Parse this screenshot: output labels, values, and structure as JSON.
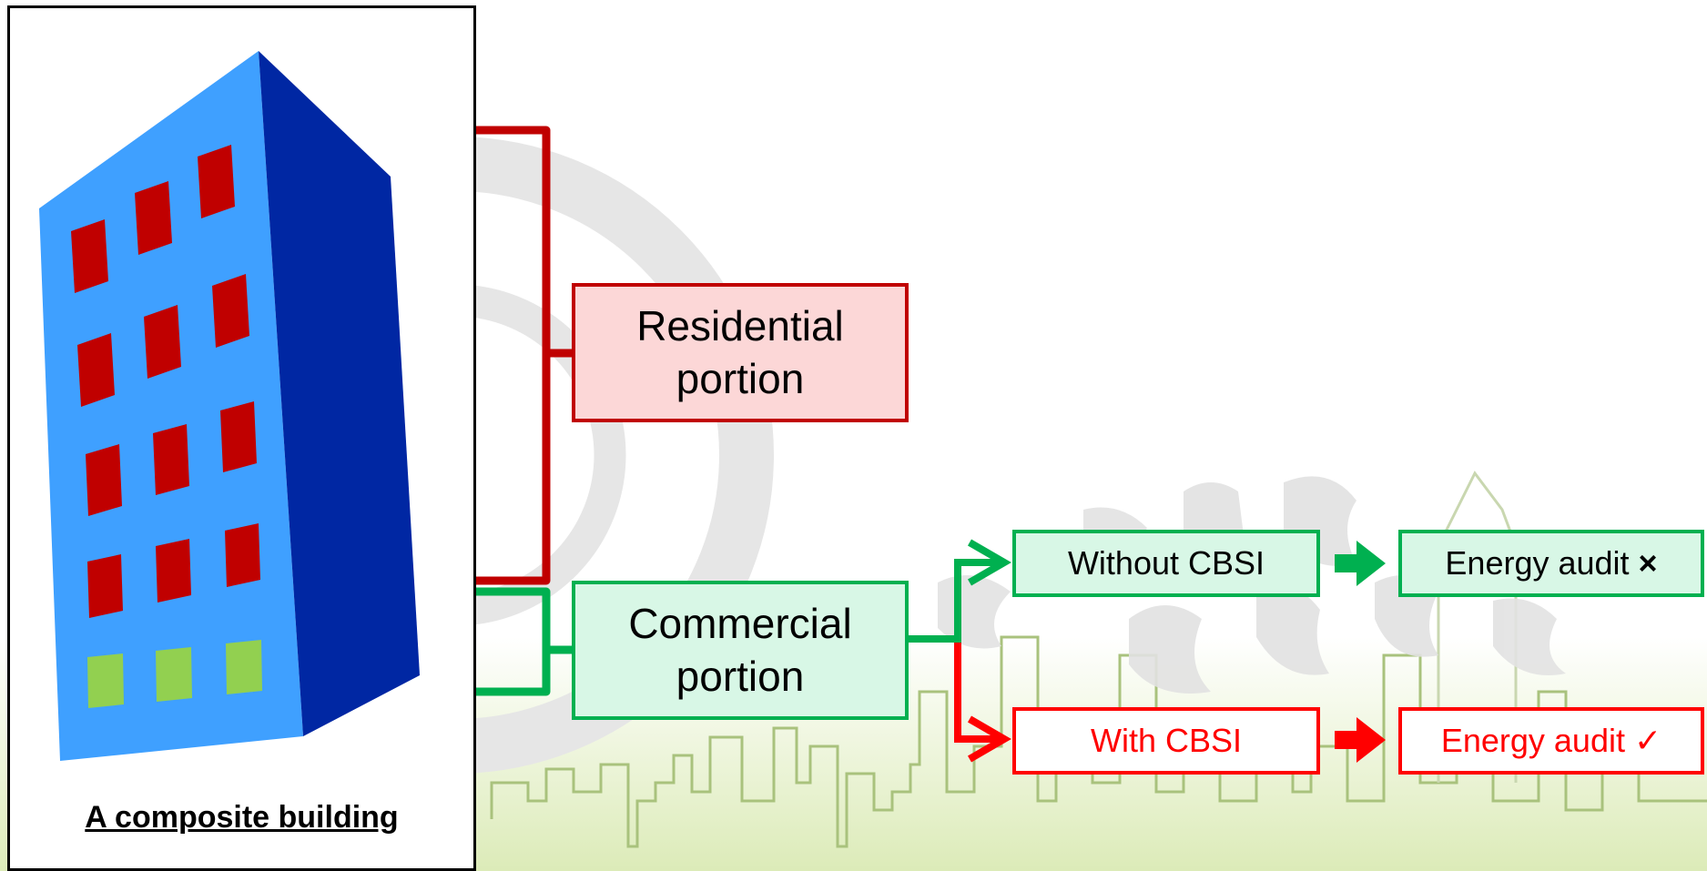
{
  "caption": "A composite building",
  "residential": {
    "line1": "Residential",
    "line2": "portion"
  },
  "commercial": {
    "line1": "Commercial",
    "line2": "portion"
  },
  "without_cbsi": {
    "label": "Without CBSI"
  },
  "with_cbsi": {
    "label": "With CBSI"
  },
  "energy_audit_no": {
    "label": "Energy audit",
    "mark": "×"
  },
  "energy_audit_yes": {
    "label": "Energy audit",
    "mark": "✓"
  },
  "colors": {
    "residential_border": "#c00000",
    "residential_fill": "#fcd7d7",
    "commercial_border": "#00b050",
    "commercial_fill": "#d8f7e6",
    "with_cbsi": "#ff0000",
    "building_front": "#3fa0ff",
    "building_side": "#0027a3",
    "window_residential": "#c00000",
    "window_commercial": "#92d050"
  }
}
